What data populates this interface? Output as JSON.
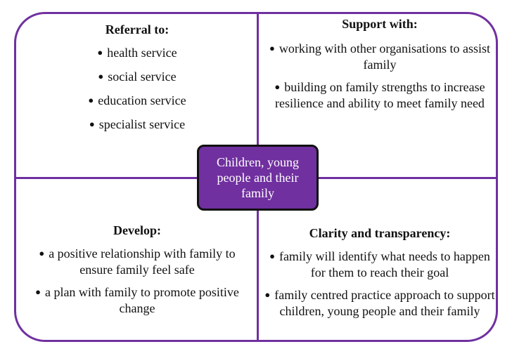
{
  "colors": {
    "accent": "#7030a0",
    "border_dark": "#111111",
    "text": "#111111",
    "center_text": "#ffffff"
  },
  "bullet_glyph": "●",
  "center": {
    "label": "Children, young people and their family"
  },
  "quadrants": {
    "top_left": {
      "heading": "Referral to:",
      "items": [
        "health service",
        "social service",
        "education service",
        "specialist service"
      ]
    },
    "top_right": {
      "heading": "Support with:",
      "items": [
        "working with other organisations to assist family",
        "building on family strengths to increase resilience and ability to meet family need"
      ]
    },
    "bottom_left": {
      "heading": "Develop:",
      "items": [
        "a positive relationship with family to ensure family feel safe",
        "a plan with family to promote positive change"
      ]
    },
    "bottom_right": {
      "heading": "Clarity and transparency:",
      "items": [
        "family will identify what needs to happen for them to reach their goal",
        "family centred practice approach to support children, young people and their family"
      ]
    }
  }
}
